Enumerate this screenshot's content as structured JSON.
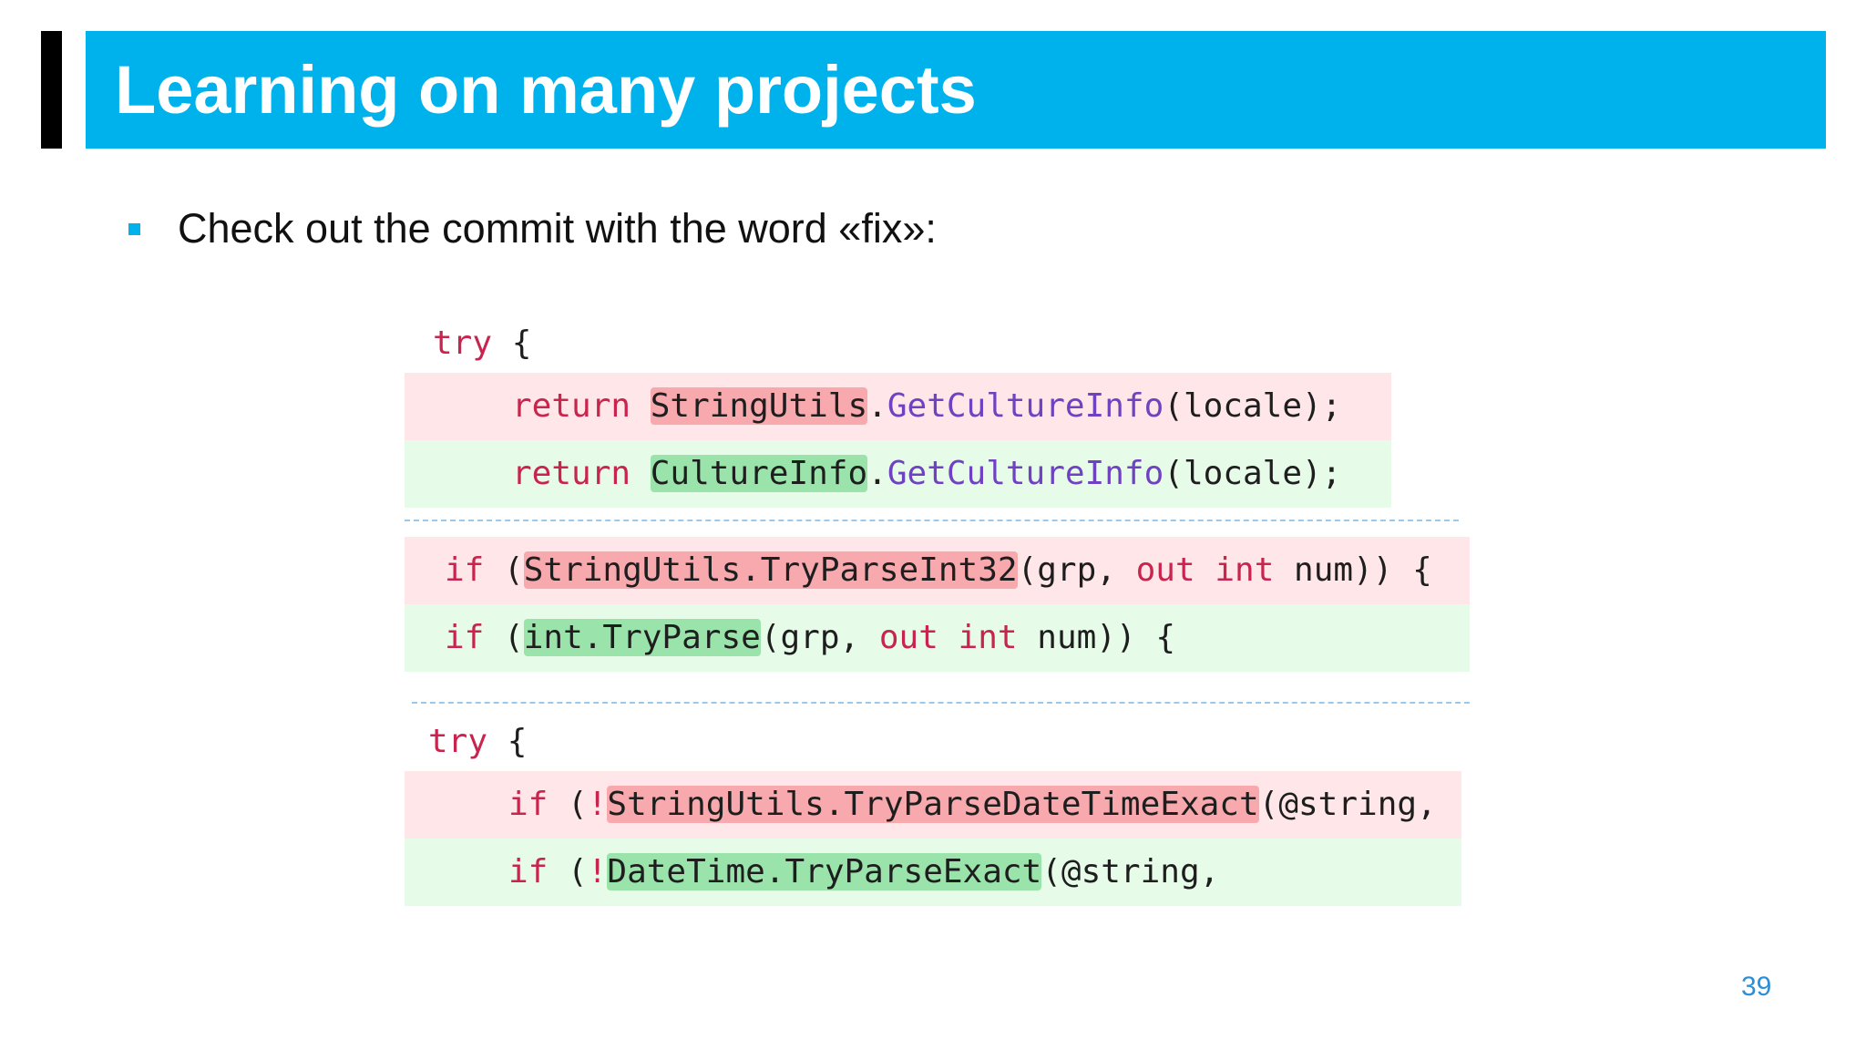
{
  "slide": {
    "title": "Learning on many projects",
    "bullet": "Check out the commit with the word «fix»:",
    "page_number": "39",
    "colors": {
      "accent": "#00b2ec",
      "removed_line": "#ffe6e8",
      "added_line": "#e7fbe9",
      "removed_highlight": "#f7a9ae",
      "added_highlight": "#9ae4ab"
    }
  },
  "diff": {
    "block1": {
      "context": {
        "kw": "try",
        "rest": " {"
      },
      "removed": {
        "kw": "return",
        "sp": " ",
        "hl": "StringUtils",
        "dot": ".",
        "method": "GetCultureInfo",
        "rest": "(locale);"
      },
      "added": {
        "kw": "return",
        "sp": " ",
        "hl": "CultureInfo",
        "dot": ".",
        "method": "GetCultureInfo",
        "rest": "(locale);"
      }
    },
    "block2": {
      "removed": {
        "kw": "if",
        "open": " (",
        "hl": "StringUtils.TryParseInt32",
        "args": "(grp, ",
        "out": "out",
        "sp": " ",
        "int": "int",
        "rest": " num)) {"
      },
      "added": {
        "kw": "if",
        "open": " (",
        "hl": "int.TryParse",
        "args": "(grp, ",
        "out": "out",
        "sp": " ",
        "int": "int",
        "rest": " num)) {"
      }
    },
    "block3": {
      "context": {
        "kw": "try",
        "rest": " {"
      },
      "removed": {
        "kw": "if",
        "open": " (",
        "bang": "!",
        "hl": "StringUtils.TryParseDateTimeExact",
        "rest": "(@string,"
      },
      "added": {
        "kw": "if",
        "open": " (",
        "bang": "!",
        "hl": "DateTime.TryParseExact",
        "rest": "(@string,"
      }
    }
  }
}
